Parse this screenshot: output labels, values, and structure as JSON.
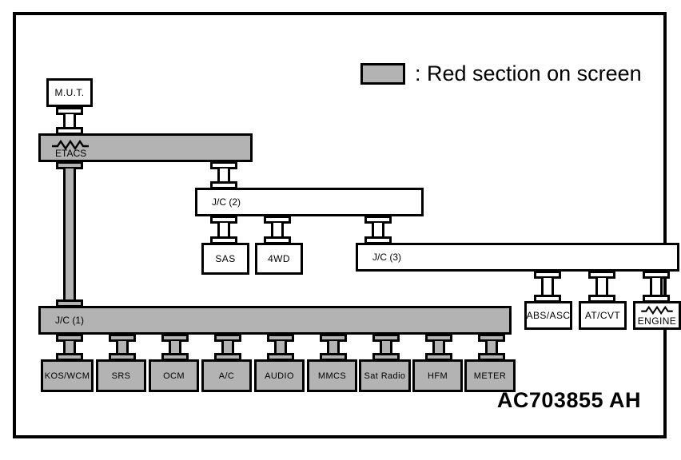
{
  "figure": {
    "code": "AC703855 AH"
  },
  "legend": {
    "swatch_color": "#b3b3b3",
    "text": ": Red section on screen"
  },
  "colors": {
    "highlight_gray": "#b3b3b3",
    "plain_white": "#ffffff",
    "line_black": "#000000"
  },
  "nodes": {
    "mut": {
      "label": "M.U.T.",
      "highlighted": false
    },
    "etacs": {
      "label": "ETACS",
      "highlighted": true,
      "terminator": true
    },
    "jc1": {
      "label": "J/C (1)",
      "highlighted": true
    },
    "jc2": {
      "label": "J/C (2)",
      "highlighted": false
    },
    "jc3": {
      "label": "J/C (3)",
      "highlighted": false
    },
    "sas": {
      "label": "SAS",
      "highlighted": false
    },
    "fwd": {
      "label": "4WD",
      "highlighted": false
    },
    "absasc": {
      "label": "ABS/ASC",
      "highlighted": false
    },
    "atcvt": {
      "label": "AT/CVT",
      "highlighted": false
    },
    "engine": {
      "label": "ENGINE",
      "highlighted": false,
      "terminator": true
    }
  },
  "bottom_modules": [
    {
      "label": "KOS/WCM",
      "highlighted": true
    },
    {
      "label": "SRS",
      "highlighted": true
    },
    {
      "label": "OCM",
      "highlighted": true
    },
    {
      "label": "A/C",
      "highlighted": true
    },
    {
      "label": "AUDIO",
      "highlighted": true
    },
    {
      "label": "MMCS",
      "highlighted": true
    },
    {
      "label": "Sat Radio",
      "highlighted": true
    },
    {
      "label": "HFM",
      "highlighted": true
    },
    {
      "label": "METER",
      "highlighted": true
    }
  ]
}
